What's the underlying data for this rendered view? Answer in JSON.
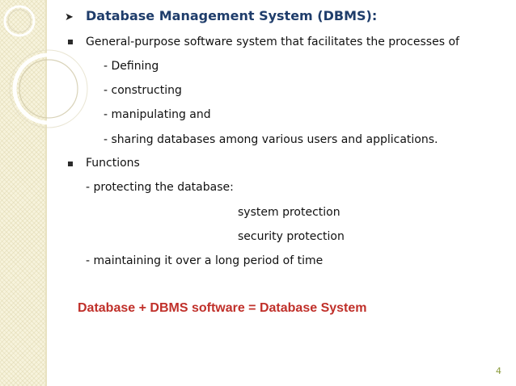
{
  "slide": {
    "title": "Database Management System (DBMS):",
    "bullet1": "General-purpose software system that facilitates the processes of",
    "subitems": [
      "- Defining",
      "- constructing",
      "- manipulating  and",
      "- sharing databases among various users and applications."
    ],
    "bullet2": "Functions",
    "protecting": "- protecting the database:",
    "protections": [
      "system protection",
      "security protection"
    ],
    "maintaining": "- maintaining it over a long period of time",
    "equation": "Database + DBMS software = Database System",
    "page_number": "4"
  },
  "colors": {
    "title": "#1f3d6b",
    "equation": "#c0302a",
    "page_number": "#8a9a3a",
    "side_band": "#f7f3dc"
  }
}
